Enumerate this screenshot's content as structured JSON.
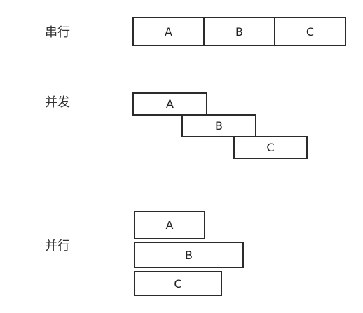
{
  "rows": {
    "serial": {
      "label": "串行",
      "tasks": [
        "A",
        "B",
        "C"
      ]
    },
    "concurrent": {
      "label": "并发",
      "tasks": [
        "A",
        "B",
        "C"
      ]
    },
    "parallel": {
      "label": "并行",
      "tasks": [
        "A",
        "B",
        "C"
      ]
    }
  }
}
